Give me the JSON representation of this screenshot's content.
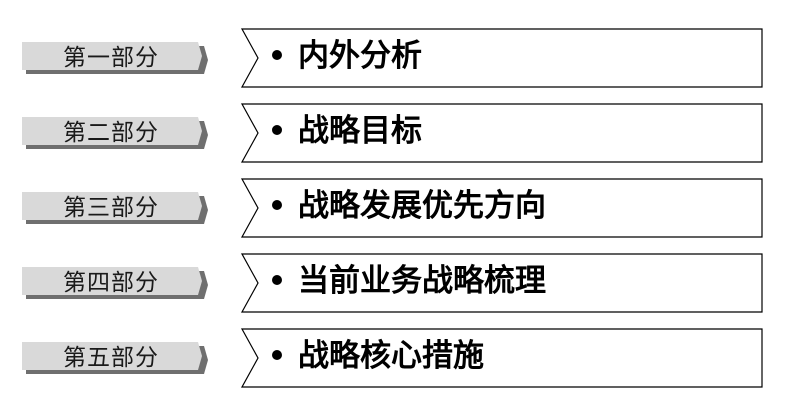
{
  "agenda": {
    "colors": {
      "tab_fill": "#d9d9d9",
      "tab_shadow": "#6f6f6f",
      "box_border": "#000000",
      "text": "#000000"
    },
    "items": [
      {
        "section_label": "第一部分",
        "title": "内外分析"
      },
      {
        "section_label": "第二部分",
        "title": "战略目标"
      },
      {
        "section_label": "第三部分",
        "title": "战略发展优先方向"
      },
      {
        "section_label": "第四部分",
        "title": "当前业务战略梳理"
      },
      {
        "section_label": "第五部分",
        "title": "战略核心措施"
      }
    ]
  }
}
